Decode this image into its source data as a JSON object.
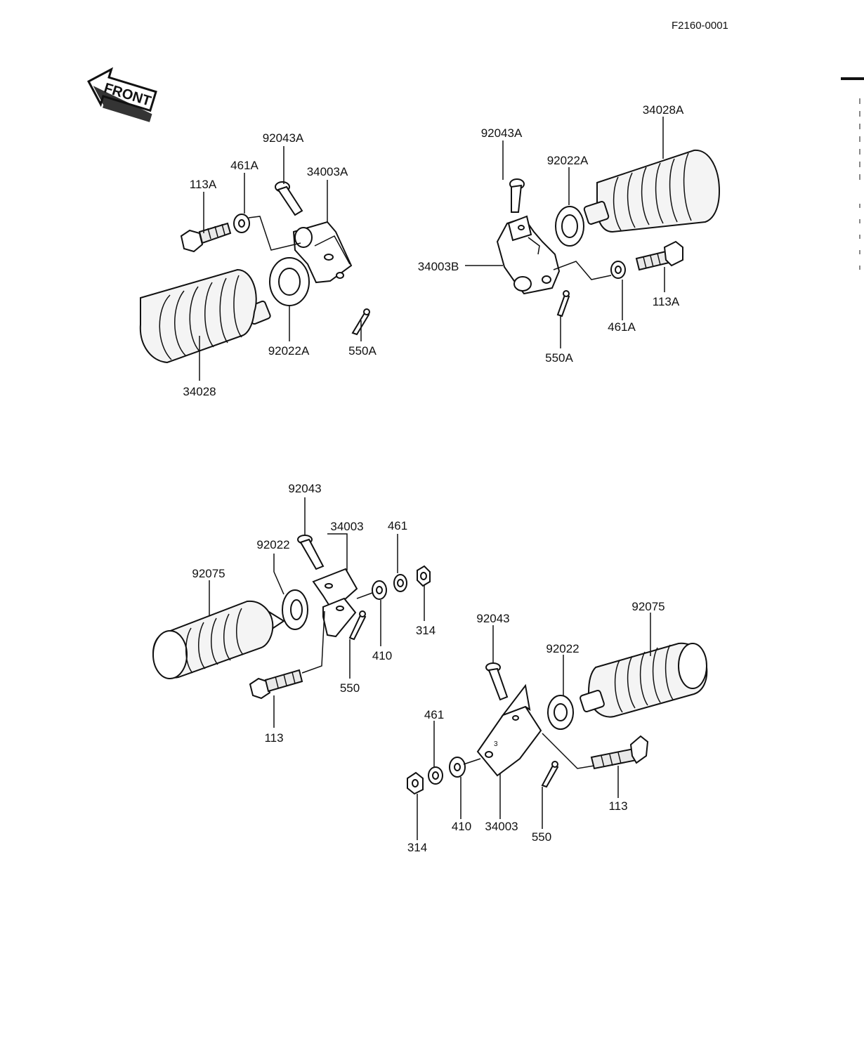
{
  "figure_id": "F2160-0001",
  "front_label": "FRONT",
  "groups": {
    "top_left": {
      "labels": {
        "bolt": "113A",
        "washer": "461A",
        "pin": "92043A",
        "bracket": "34003A",
        "flat_washer": "92022A",
        "cotter_pin": "550A",
        "footrest": "34028"
      }
    },
    "top_right": {
      "labels": {
        "pin": "92043A",
        "flat_washer": "92022A",
        "footrest": "34028A",
        "bracket": "34003B",
        "washer": "461A",
        "bolt": "113A",
        "cotter_pin": "550A"
      }
    },
    "bottom_left": {
      "labels": {
        "pin": "92043",
        "flat_washer": "92022",
        "footrest": "92075",
        "bracket": "34003",
        "washer": "461",
        "nut": "314",
        "plain_washer": "410",
        "cotter_pin": "550",
        "bolt": "113"
      }
    },
    "bottom_right": {
      "labels": {
        "pin": "92043",
        "flat_washer": "92022",
        "footrest": "92075",
        "washer": "461",
        "nut": "314",
        "plain_washer": "410",
        "bracket": "34003",
        "cotter_pin": "550",
        "bolt": "113"
      }
    }
  }
}
